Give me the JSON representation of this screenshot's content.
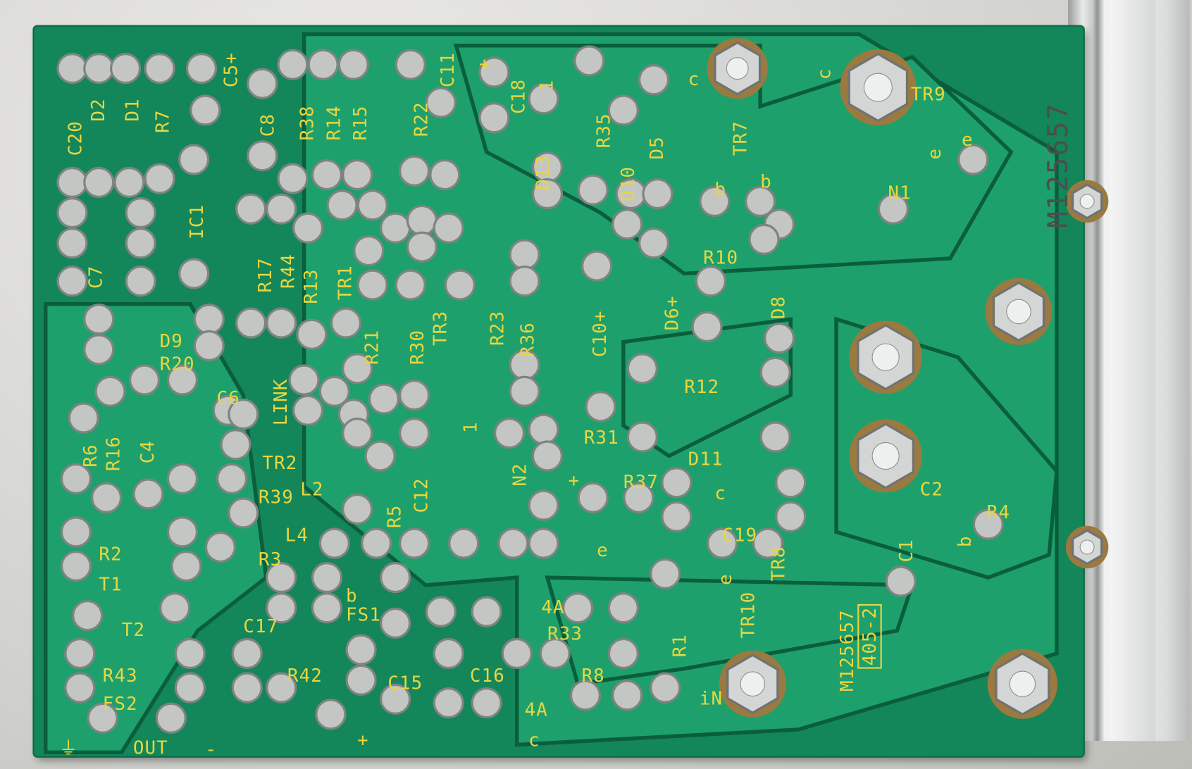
{
  "board": {
    "part_number_edge": "M125657",
    "part_number_silk": "M125657",
    "revision_box": "405-2",
    "colors": {
      "solder_mask": "#13865a",
      "trace": "#1ea06c",
      "silkscreen": "#e8d640",
      "solder": "#c8c8c8"
    }
  },
  "labels": [
    "C20",
    "D2",
    "D1",
    "R7",
    "C5+",
    "C8",
    "R38",
    "R14",
    "R15",
    "R22",
    "C11",
    "+",
    "C18",
    "1",
    "R35",
    "D10",
    "D5",
    "c",
    "TR7",
    "c",
    "TR9",
    "e",
    "e",
    "b",
    "b",
    "N1",
    "D13",
    "R10",
    "IC1",
    "C7",
    "R17",
    "R44",
    "R13",
    "TR1",
    "TR3",
    "R23",
    "R36",
    "C10+",
    "D6+",
    "D8",
    "D9",
    "R20",
    "R21",
    "R30",
    "R12",
    "C6",
    "LINK",
    "C4",
    "R6",
    "R16",
    "TR2",
    "L2",
    "1",
    "R31",
    "D11",
    "N2",
    "+",
    "R37",
    "c",
    "C2",
    "R39",
    "C12",
    "R5",
    "L4",
    "C19",
    "e",
    "R4",
    "R2",
    "R3",
    "T1",
    "b",
    "e",
    "TR8",
    "TR10",
    "b",
    "C1",
    "T2",
    "C17",
    "FS1",
    "4A",
    "R33",
    "R1",
    "R43",
    "R42",
    "C15",
    "C16",
    "R8",
    "FS2",
    "4A",
    "c",
    "iN",
    "⏚",
    "OUT",
    "-",
    "+"
  ]
}
